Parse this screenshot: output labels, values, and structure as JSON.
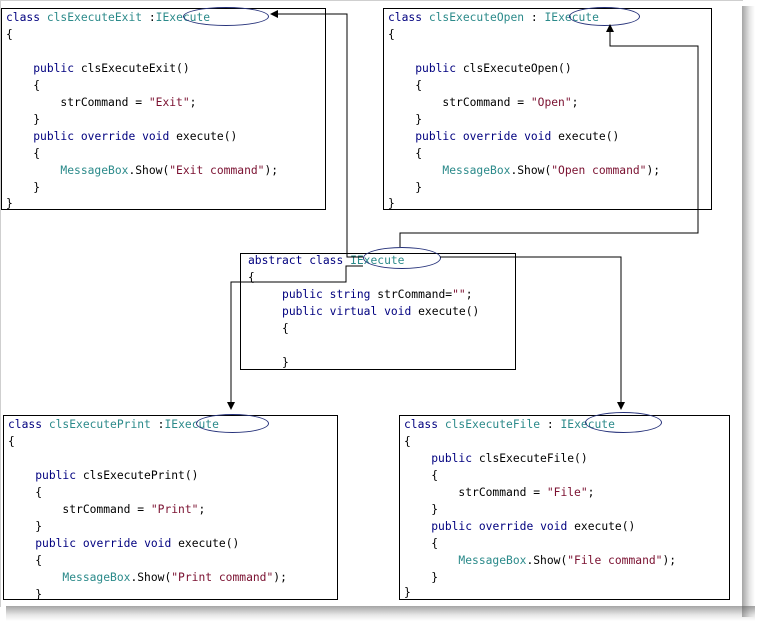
{
  "boxes": {
    "exit": {
      "class_kw": "class",
      "name": "clsExecuteExit",
      "colon": ":",
      "base": "IExecute",
      "open_brace": "{",
      "ctor_public": "public",
      "ctor_name": "clsExecuteExit()",
      "ctor_open": "{",
      "assign_lhs": "strCommand = ",
      "assign_value": "\"Exit\"",
      "assign_end": ";",
      "ctor_close": "}",
      "method_public": "public",
      "method_override": "override",
      "method_void": "void",
      "method_name": "execute()",
      "method_open": "{",
      "call_type": "MessageBox",
      "call_method": ".Show(",
      "call_arg": "\"Exit command\"",
      "call_end": ");",
      "method_close": "}",
      "close_brace": "}"
    },
    "open": {
      "class_kw": "class",
      "name": "clsExecuteOpen",
      "colon": ":",
      "base": "IExecute",
      "open_brace": "{",
      "ctor_public": "public",
      "ctor_name": "clsExecuteOpen()",
      "ctor_open": "{",
      "assign_lhs": "strCommand = ",
      "assign_value": "\"Open\"",
      "assign_end": ";",
      "ctor_close": "}",
      "method_public": "public",
      "method_override": "override",
      "method_void": "void",
      "method_name": "execute()",
      "method_open": "{",
      "call_type": "MessageBox",
      "call_method": ".Show(",
      "call_arg": "\"Open command\"",
      "call_end": ");",
      "method_close": "}",
      "close_brace": "}"
    },
    "base": {
      "abstract_kw": "abstract",
      "class_kw": "class",
      "name": "IExecute",
      "open_brace": "{",
      "field_public": "public",
      "field_string": "string",
      "field_rest": "strCommand=",
      "field_value": "\"\"",
      "field_end": ";",
      "method_public": "public",
      "method_virtual": "virtual",
      "method_void": "void",
      "method_name": "execute()",
      "method_open": "{",
      "method_close": "}"
    },
    "print": {
      "class_kw": "class",
      "name": "clsExecutePrint",
      "colon": ":",
      "base": "IExecute",
      "open_brace": "{",
      "ctor_public": "public",
      "ctor_name": "clsExecutePrint()",
      "ctor_open": "{",
      "assign_lhs": "strCommand = ",
      "assign_value": "\"Print\"",
      "assign_end": ";",
      "ctor_close": "}",
      "method_public": "public",
      "method_override": "override",
      "method_void": "void",
      "method_name": "execute()",
      "method_open": "{",
      "call_type": "MessageBox",
      "call_method": ".Show(",
      "call_arg": "\"Print command\"",
      "call_end": ");",
      "method_close": "}"
    },
    "file": {
      "class_kw": "class",
      "name": "clsExecuteFile",
      "colon": ":",
      "base": "IExecute",
      "open_brace": "{",
      "ctor_public": "public",
      "ctor_name": "clsExecuteFile()",
      "ctor_open": "{",
      "assign_lhs": "strCommand = ",
      "assign_value": "\"File\"",
      "assign_end": ";",
      "ctor_close": "}",
      "method_public": "public",
      "method_override": "override",
      "method_void": "void",
      "method_name": "execute()",
      "method_open": "{",
      "call_type": "MessageBox",
      "call_method": ".Show(",
      "call_arg": "\"File command\"",
      "call_end": ");",
      "method_close": "}",
      "close_brace": "}"
    }
  },
  "colors": {
    "keyword": "#00007f",
    "type": "#2b8a8a",
    "string": "#7a1030",
    "oval": "#26327a",
    "connector": "#000000"
  }
}
